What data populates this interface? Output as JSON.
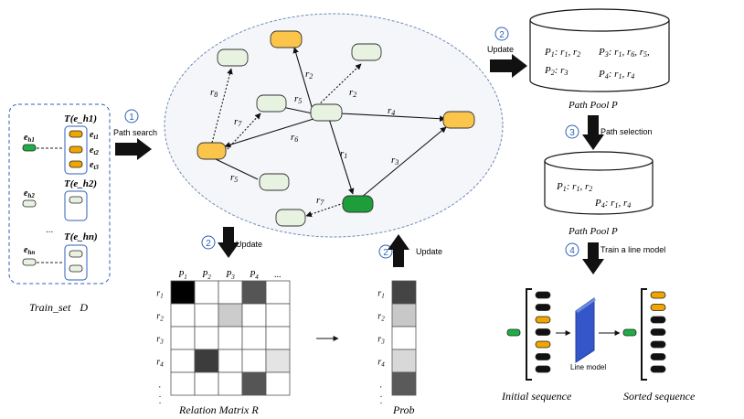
{
  "colors": {
    "node_green": "#e8f2e1",
    "node_orange": "#fbc54b",
    "node_dark_green": "#1e9e3a",
    "entity_green": "#1fae46",
    "tail_orange": "#f0a500",
    "arrow_fill": "#111111",
    "step_blue": "#2d5fb8",
    "oval_border": "#6c8ab8",
    "model_blue": "#3556c8"
  },
  "train_set": {
    "heads": [
      "e_h1",
      "e_h2",
      "...",
      "e_hn"
    ],
    "head_sub": [
      "h1",
      "h2",
      "hn"
    ],
    "tail_sets": [
      "T(e_h1)",
      "T(e_h2)",
      "T(e_hn)"
    ],
    "tails": [
      "e_t1",
      "e_t2",
      "e_t3"
    ],
    "tail_sub": [
      "t1",
      "t2",
      "t3"
    ],
    "ellipsis": "...",
    "caption": "Train_set",
    "caption_symbol": "D"
  },
  "steps": {
    "path_search": {
      "number": "1",
      "label": "Path search"
    },
    "update_top": {
      "number": "2",
      "label": "Update"
    },
    "update_down": {
      "number": "2",
      "label": "Update"
    },
    "update_up": {
      "number": "2",
      "label": "Update"
    },
    "path_selection": {
      "number": "3",
      "label": "Path selection"
    },
    "train_line": {
      "number": "4",
      "label": "Train a line model"
    }
  },
  "graph": {
    "edge_labels": [
      "r2",
      "r8",
      "r5",
      "r2",
      "r7",
      "r4",
      "r6",
      "r1",
      "r5",
      "r3",
      "r7"
    ]
  },
  "path_pool_top": {
    "caption": "Path Pool P",
    "entries": [
      "P1: r1, r2",
      "P3: r1, r6, r5,",
      "P2: r3",
      "P4: r1, r4"
    ]
  },
  "path_pool_mid": {
    "caption": "Path Pool P",
    "entries": [
      "P1: r1, r2",
      "P4: r1, r4"
    ]
  },
  "relation_matrix": {
    "caption": "Relation Matrix R",
    "columns": [
      "P1",
      "P2",
      "P3",
      "P4",
      "..."
    ],
    "rows": [
      "r1",
      "r2",
      "r3",
      "r4",
      "."
    ],
    "cells": [
      [
        "#000000",
        "#ffffff",
        "#ffffff",
        "#555555",
        "#ffffff"
      ],
      [
        "#ffffff",
        "#ffffff",
        "#cccccc",
        "#ffffff",
        "#ffffff"
      ],
      [
        "#ffffff",
        "#ffffff",
        "#ffffff",
        "#ffffff",
        "#ffffff"
      ],
      [
        "#ffffff",
        "#3c3c3c",
        "#ffffff",
        "#ffffff",
        "#e4e4e4"
      ],
      [
        "#ffffff",
        "#ffffff",
        "#ffffff",
        "#555555",
        "#ffffff"
      ]
    ]
  },
  "prob": {
    "caption": "Prob",
    "rows": [
      "r1",
      "r2",
      "r3",
      "r4",
      "."
    ],
    "cells": [
      "#444444",
      "#c8c8c8",
      "#ffffff",
      "#d8d8d8",
      "#5a5a5a"
    ]
  },
  "line_model": {
    "label": "Line model",
    "initial_caption": "Initial sequence",
    "sorted_caption": "Sorted sequence",
    "initial_items": [
      "black",
      "black",
      "orange",
      "black",
      "orange",
      "black",
      "black"
    ],
    "sorted_items": [
      "orange",
      "orange",
      "black",
      "black",
      "black",
      "black",
      "black"
    ]
  }
}
